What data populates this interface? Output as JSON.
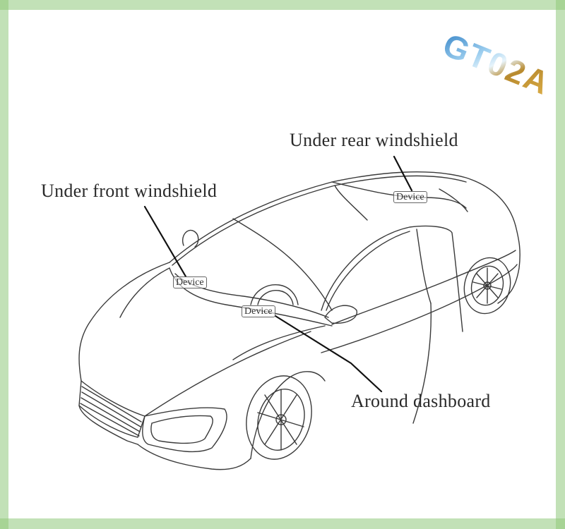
{
  "logo": {
    "text": "GT02A",
    "colors": {
      "start": "#2f7fc4",
      "mid": "#cfe6f5",
      "end": "#d6a43a"
    }
  },
  "labels": {
    "rear": "Under rear windshield",
    "front": "Under front windshield",
    "dashboard": "Around dashboard"
  },
  "devices": {
    "rear": "Device",
    "front": "Device",
    "dashboard": "Device"
  },
  "colors": {
    "frame": "#c2e1b7",
    "frame_corner": "#a7d495",
    "line": "#3a3a3a",
    "background": "#ffffff"
  }
}
